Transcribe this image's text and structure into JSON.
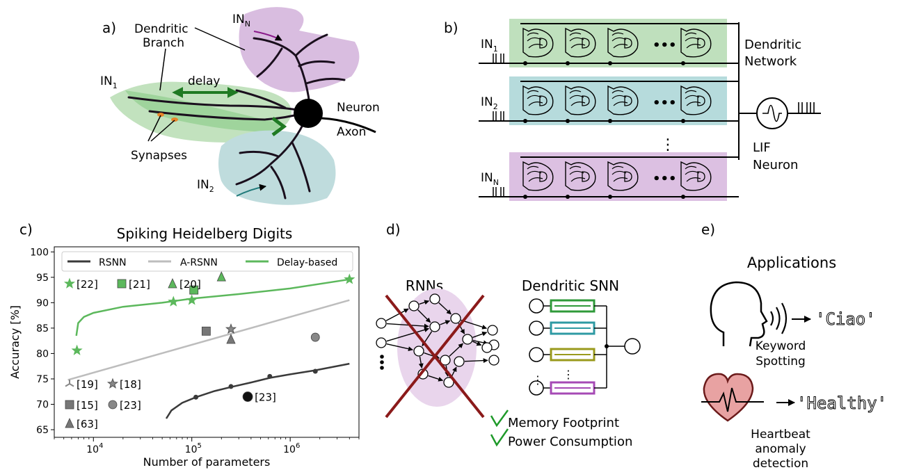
{
  "panel_a": {
    "label": "a)",
    "dendritic_branch": [
      "Dendritic",
      "Branch"
    ],
    "in_n": "IN",
    "in_n_sub": "N",
    "in_1": "IN",
    "in_1_sub": "1",
    "in_2": "IN",
    "in_2_sub": "2",
    "delay": "delay",
    "neuron": "Neuron",
    "axon": "Axon",
    "synapses": "Synapses",
    "colors": {
      "green": "#7dc97a",
      "pink": "#c69bd0",
      "teal": "#7fc2c3"
    }
  },
  "panel_b": {
    "label": "b)",
    "rows": [
      {
        "in": "IN",
        "sub": "1",
        "color": "#bfe0bd"
      },
      {
        "in": "IN",
        "sub": "2",
        "color": "#b6dbdc"
      },
      {
        "in": "IN",
        "sub": "N",
        "color": "#dcc0e2"
      }
    ],
    "ellipsis": "•••",
    "vdots": "⋮",
    "dendritic_network": [
      "Dendritic",
      "Network"
    ],
    "lif_neuron": [
      "LIF",
      "Neuron"
    ]
  },
  "panel_c": {
    "label": "c)",
    "chart_data": {
      "type": "scatter",
      "title": "Spiking Heidelberg Digits",
      "xlabel": "Number of parameters",
      "ylabel": "Accuracy [%]",
      "xscale": "log",
      "xlim": [
        4000,
        5000000
      ],
      "ylim": [
        63.5,
        101
      ],
      "yticks": [
        65,
        70,
        75,
        80,
        85,
        90,
        95,
        100
      ],
      "xticks": [
        {
          "base": "10",
          "exp": "4",
          "value": 10000
        },
        {
          "base": "10",
          "exp": "5",
          "value": 100000
        },
        {
          "base": "10",
          "exp": "6",
          "value": 1000000
        }
      ],
      "legend": [
        "RSNN",
        "A-RSNN",
        "Delay-based"
      ],
      "legend_colors": [
        "#3a3a3a",
        "#bdbdbd",
        "#5cb85c"
      ],
      "series": [
        {
          "name": "RSNN",
          "color": "#3a3a3a",
          "curve": [
            [
              55000,
              67.2
            ],
            [
              62000,
              68.8
            ],
            [
              80000,
              70.3
            ],
            [
              110000,
              71.4
            ],
            [
              170000,
              72.6
            ],
            [
              250000,
              73.4
            ],
            [
              400000,
              74.3
            ],
            [
              620000,
              75.2
            ],
            [
              1000000,
              75.9
            ],
            [
              1800000,
              76.7
            ],
            [
              4000000,
              78.0
            ]
          ],
          "points": [
            [
              110000,
              71.4
            ],
            [
              250000,
              73.5
            ],
            [
              620000,
              75.5
            ],
            [
              1800000,
              76.5
            ]
          ]
        },
        {
          "name": "A-RSNN",
          "color": "#bdbdbd",
          "curve": [
            [
              5500,
              74.8
            ],
            [
              4000000,
              90.5
            ]
          ]
        },
        {
          "name": "Delay-based",
          "color": "#5cb85c",
          "curve": [
            [
              6700,
              83.5
            ],
            [
              7000,
              86.0
            ],
            [
              8000,
              87.2
            ],
            [
              10000,
              88.0
            ],
            [
              20000,
              89.2
            ],
            [
              50000,
              90.0
            ],
            [
              100000,
              90.8
            ],
            [
              300000,
              91.7
            ],
            [
              1000000,
              92.8
            ],
            [
              4000000,
              94.6
            ]
          ],
          "points": [
            [
              6800,
              80.6
            ],
            [
              65000,
              90.2
            ],
            [
              100000,
              90.5
            ],
            [
              4000000,
              94.6
            ]
          ]
        }
      ],
      "references": [
        {
          "label": "[22]",
          "marker": "star",
          "color": "#5cb85c"
        },
        {
          "label": "[21]",
          "marker": "square",
          "color": "#5cb85c"
        },
        {
          "label": "[20]",
          "marker": "triangle",
          "color": "#5cb85c"
        },
        {
          "label": "[19]",
          "marker": "tri-down",
          "color": "#888888"
        },
        {
          "label": "[18]",
          "marker": "star-outline",
          "color": "#888888"
        },
        {
          "label": "[15]",
          "marker": "square",
          "color": "#777777"
        },
        {
          "label": "[23]",
          "marker": "circle",
          "color": "#888888"
        },
        {
          "label": "[63]",
          "marker": "triangle",
          "color": "#777777"
        }
      ],
      "scatter_points": [
        {
          "x": 105000,
          "y": 92.5,
          "marker": "square",
          "color": "#5cb85c"
        },
        {
          "x": 200000,
          "y": 95.1,
          "marker": "triangle",
          "color": "#5cb85c"
        },
        {
          "x": 140000,
          "y": 84.4,
          "marker": "square",
          "color": "#777777"
        },
        {
          "x": 250000,
          "y": 84.8,
          "marker": "star-outline",
          "color": "#888888"
        },
        {
          "x": 250000,
          "y": 82.8,
          "marker": "triangle",
          "color": "#777777"
        },
        {
          "x": 1800000,
          "y": 83.2,
          "marker": "circle",
          "color": "#888888"
        },
        {
          "x": 370000,
          "y": 71.5,
          "marker": "circle",
          "color": "#111111"
        }
      ],
      "annotation": {
        "x": 370000,
        "y": 71.5,
        "text": "[23]"
      }
    }
  },
  "panel_d": {
    "label": "d)",
    "rnns": "RNNs",
    "dendritic_snn": "Dendritic SNN",
    "checks": [
      "Memory  Footprint",
      "Power  Consumption"
    ],
    "bar_colors": [
      "#2f9a3a",
      "#2e9aa3",
      "#9a9a1c",
      "#a64ab5"
    ]
  },
  "panel_e": {
    "label": "e)",
    "title": "Applications",
    "ciao": "'Ciao'",
    "keyword": [
      "Keyword",
      "Spotting"
    ],
    "healthy": "'Healthy'",
    "heartbeat": [
      "Heartbeat",
      "anomaly",
      "detection"
    ]
  }
}
